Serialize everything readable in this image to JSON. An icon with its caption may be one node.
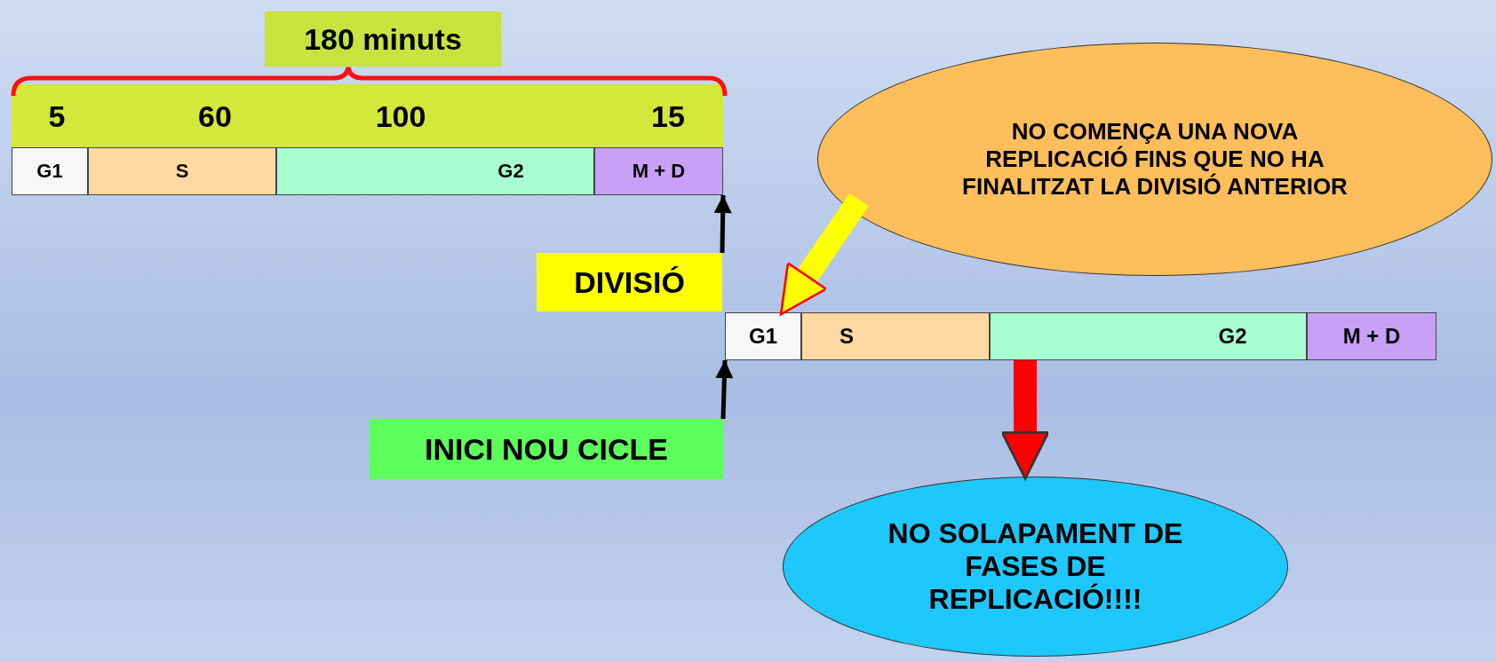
{
  "diagram": {
    "nodes": [
      {
        "text": [
          "180 minuts"
        ]
      },
      {
        "text": [
          "5",
          "60",
          "100",
          "15"
        ]
      },
      {
        "text": [
          "G1"
        ]
      },
      {
        "text": [
          "S"
        ]
      },
      {
        "text": [
          "G2"
        ]
      },
      {
        "text": [
          "M + D"
        ]
      },
      {
        "text": [
          "DIVISIÓ"
        ]
      },
      {
        "text": [
          "G1"
        ]
      },
      {
        "text": [
          "S"
        ]
      },
      {
        "text": [
          "G2"
        ]
      },
      {
        "text": [
          "M + D"
        ]
      },
      {
        "text": [
          "INICI NOU CICLE"
        ]
      },
      {
        "text": [
          "NO COMENÇA UNA NOVA REPLICACIÓ FINS QUE NO HA FINALITZAT LA DIVISIÓ ANTERIOR"
        ]
      },
      {
        "text": [
          "NO SOLAPAMENT DE FASES DE REPLICACIÓ!!!!"
        ]
      }
    ],
    "edges": [
      {
        "from": 6,
        "to": 5,
        "arrow": "to"
      },
      {
        "from": 11,
        "to": 7,
        "arrow": "to"
      },
      {
        "from": 12,
        "to": 7,
        "arrow": "to",
        "style": "thick",
        "color": "#ffff00"
      },
      {
        "from": 9,
        "to": 13,
        "arrow": "to",
        "style": "thick",
        "color": "#ff0000"
      }
    ]
  }
}
